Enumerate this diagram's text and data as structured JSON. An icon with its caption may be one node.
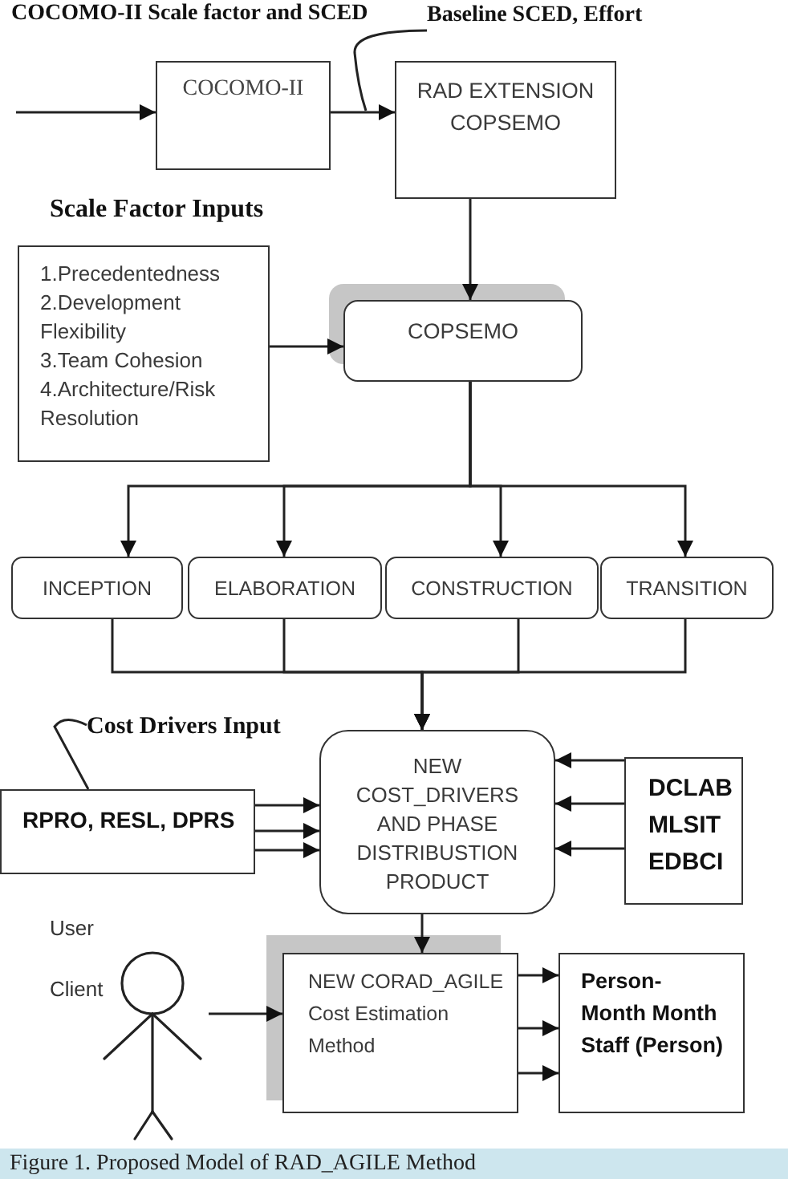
{
  "diagram": {
    "caption": "Figure 1. Proposed Model of RAD_AGILE Method",
    "nodes": [
      {
        "text": [
          "Baseline SCED, Effort"
        ]
      },
      {
        "text": [
          "COCOMO-II"
        ]
      },
      {
        "text": [
          "RAD EXTENSION COPSEMO"
        ]
      },
      {
        "text": [
          "Scale Factor Inputs",
          "1.Precedentedness",
          "2.Development Flexibility",
          "3.Team Cohesion",
          "4.Architecture/Risk Resolution"
        ]
      },
      {
        "text": [
          "COPSEMO"
        ]
      },
      {
        "text": [
          "INCEPTION"
        ]
      },
      {
        "text": [
          "ELABORATION"
        ]
      },
      {
        "text": [
          "CONSTRUCTION"
        ]
      },
      {
        "text": [
          "TRANSITION"
        ]
      },
      {
        "text": [
          "Cost Drivers Input"
        ]
      },
      {
        "text": [
          "RPRO, RESL, DPRS"
        ]
      },
      {
        "text": [
          "NEW COST_DRIVERS AND PHASE DISTRIBUSTION PRODUCT"
        ]
      },
      {
        "text": [
          "DCLAB",
          "MLSIT",
          "EDBCI"
        ]
      },
      {
        "text": [],
        "shape": "person",
        "beside": [
          "User",
          "Client"
        ]
      },
      {
        "text": [
          "NEW CORAD_AGILE Cost Estimation Method"
        ]
      },
      {
        "text": [
          "Person- Month Month Staff (Person)"
        ]
      }
    ],
    "edges": [
      {
        "from": null,
        "to": 1,
        "arrow": "to"
      },
      {
        "from": 1,
        "to": 2,
        "arrow": "to"
      },
      {
        "from": 0,
        "to": null,
        "arrow": "none"
      },
      {
        "from": 2,
        "to": 4,
        "arrow": "to"
      },
      {
        "from": 3,
        "to": 4,
        "arrow": "to"
      },
      {
        "from": 4,
        "to": 5,
        "arrow": "to"
      },
      {
        "from": 4,
        "to": 6,
        "arrow": "to"
      },
      {
        "from": 4,
        "to": 7,
        "arrow": "to"
      },
      {
        "from": 4,
        "to": 8,
        "arrow": "to"
      },
      {
        "from": 5,
        "to": 11,
        "arrow": "to"
      },
      {
        "from": 6,
        "to": 11,
        "arrow": "to"
      },
      {
        "from": 7,
        "to": 11,
        "arrow": "to"
      },
      {
        "from": 8,
        "to": 11,
        "arrow": "to"
      },
      {
        "from": 9,
        "to": 10,
        "arrow": "none"
      },
      {
        "from": 10,
        "to": 11,
        "arrow": "to"
      },
      {
        "from": 10,
        "to": 11,
        "arrow": "to"
      },
      {
        "from": 10,
        "to": 11,
        "arrow": "to"
      },
      {
        "from": 12,
        "to": 11,
        "arrow": "to"
      },
      {
        "from": 12,
        "to": 11,
        "arrow": "to"
      },
      {
        "from": 12,
        "to": 11,
        "arrow": "to"
      },
      {
        "from": 11,
        "to": 14,
        "arrow": "to"
      },
      {
        "from": 13,
        "to": 14,
        "arrow": "to"
      },
      {
        "from": 14,
        "to": 15,
        "arrow": "to"
      },
      {
        "from": 14,
        "to": 15,
        "arrow": "to"
      },
      {
        "from": 14,
        "to": 15,
        "arrow": "to"
      }
    ],
    "labels": [
      "COCOMO-II Scale factor and SCED"
    ]
  }
}
